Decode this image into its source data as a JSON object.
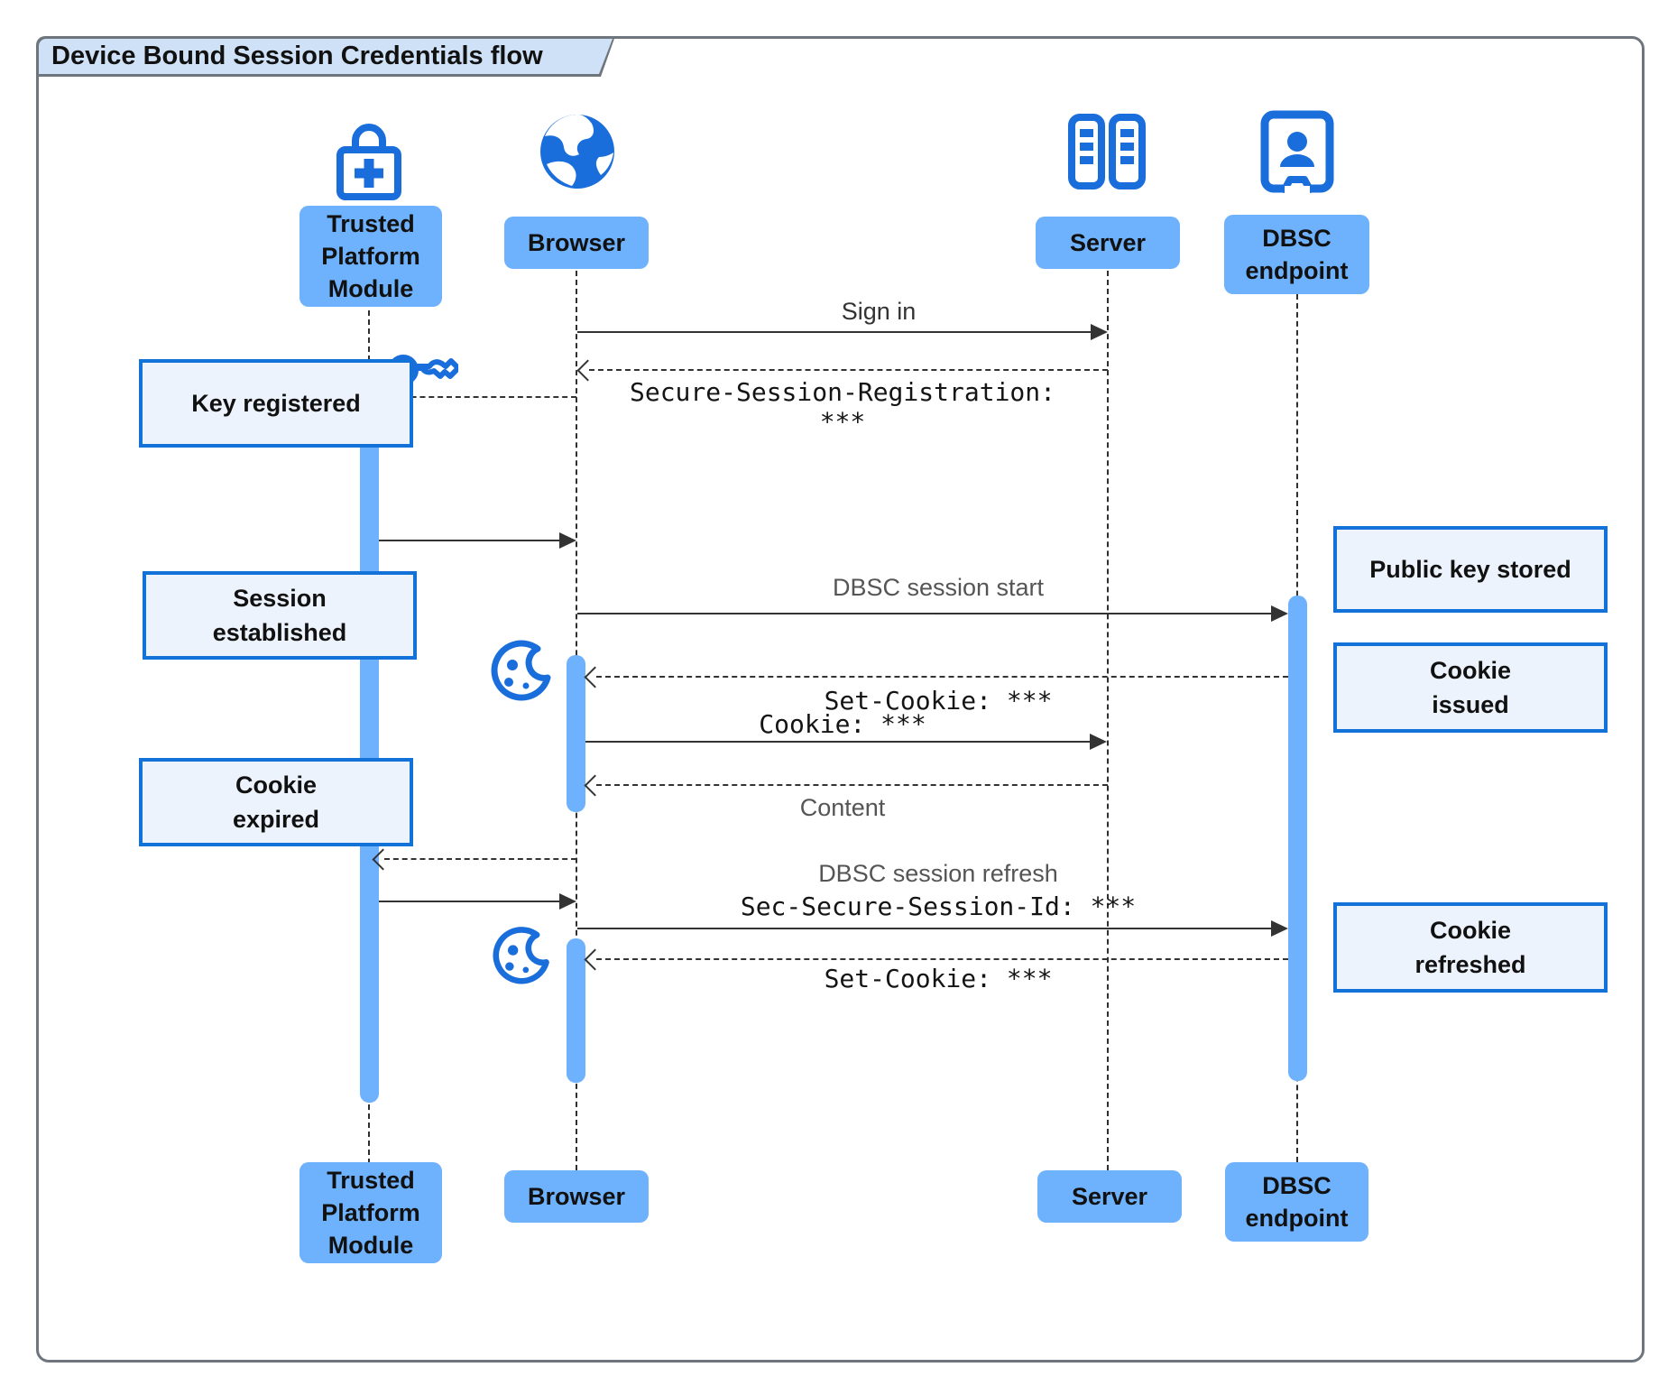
{
  "title": "Device Bound Session Credentials flow",
  "actors": {
    "tpm": {
      "label": "Trusted Platform Module",
      "icon": "lock-plus-icon"
    },
    "browser": {
      "label": "Browser",
      "icon": "globe-icon"
    },
    "server": {
      "label": "Server",
      "icon": "server-rack-icon"
    },
    "dbsc": {
      "label": "DBSC endpoint",
      "icon": "endpoint-person-icon"
    }
  },
  "notes": {
    "key_registered": "Key registered",
    "session_established": "Session established",
    "cookie_expired": "Cookie expired",
    "public_key_stored": "Public key stored",
    "cookie_issued": "Cookie issued",
    "cookie_refreshed": "Cookie refreshed"
  },
  "messages": {
    "sign_in": "Sign in",
    "secure_session_registration": "Secure-Session-Registration: ***",
    "dbsc_session_start": "DBSC session start",
    "set_cookie_1": "Set-Cookie: ***",
    "cookie": "Cookie: ***",
    "content": "Content",
    "dbsc_session_refresh": "DBSC session refresh",
    "sec_secure_session_id": "Sec-Secure-Session-Id: ***",
    "set_cookie_2": "Set-Cookie: ***"
  },
  "colors": {
    "icon_blue": "#1a6edc",
    "actor_fill": "#6eb1fc",
    "note_fill": "#edf3fc",
    "note_border": "#1372d8",
    "tab_fill": "#cfe1f7",
    "frame_border": "#6e757d",
    "line_color": "#333333"
  }
}
